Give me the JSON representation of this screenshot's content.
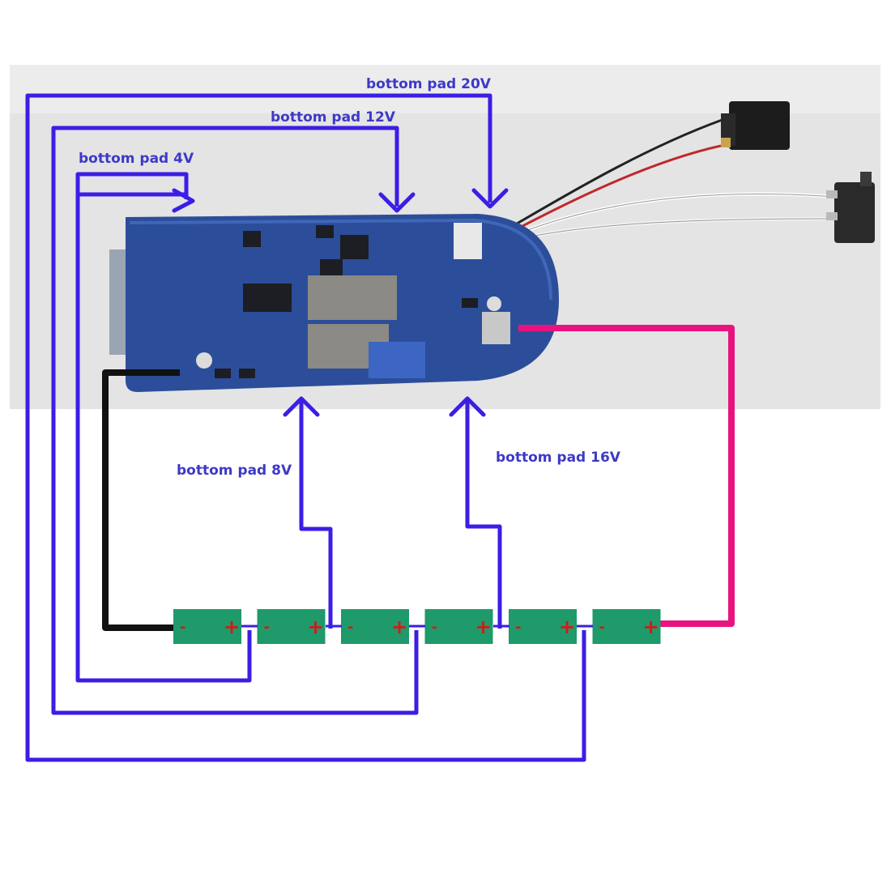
{
  "labels": {
    "pad_20v": "bottom pad 20V",
    "pad_12v": "bottom pad 12V",
    "pad_4v": "bottom pad 4V",
    "pad_8v": "bottom pad 8V",
    "pad_16v": "bottom pad 16V"
  },
  "cells": [
    {
      "minus": "-",
      "plus": "+"
    },
    {
      "minus": "-",
      "plus": "+"
    },
    {
      "minus": "-",
      "plus": "+"
    },
    {
      "minus": "-",
      "plus": "+"
    },
    {
      "minus": "-",
      "plus": "+"
    },
    {
      "minus": "-",
      "plus": "+"
    }
  ],
  "colors": {
    "wire_blue": "#3b1ee6",
    "wire_black": "#111111",
    "wire_pink": "#e8137f",
    "cell_green": "#1f9a6a",
    "pcb_blue": "#2c4e9a",
    "photo_bg": "#e4e4e4",
    "sign_red": "#d11a1a"
  }
}
